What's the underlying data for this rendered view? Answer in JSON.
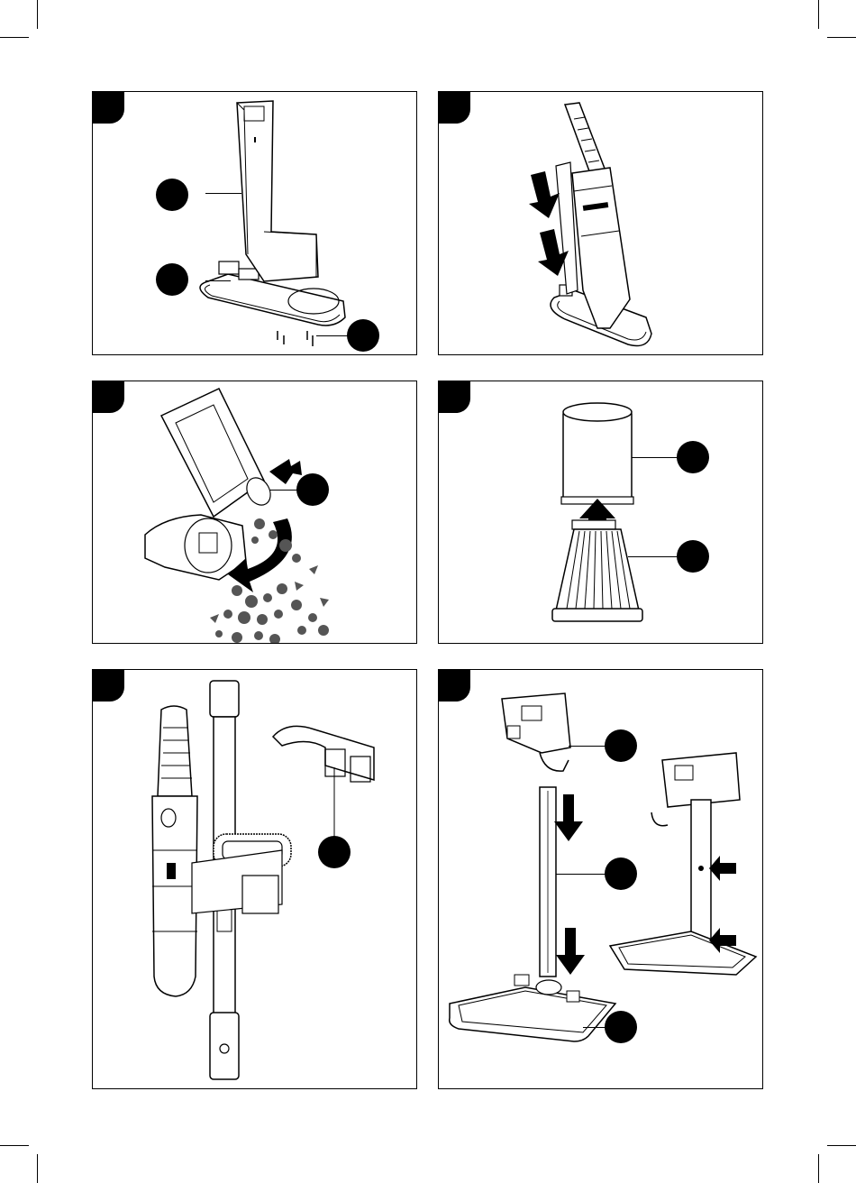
{
  "page": {
    "panels": [
      {
        "id": "step-1",
        "number": "",
        "callouts": [
          "",
          "",
          ""
        ]
      },
      {
        "id": "step-2",
        "number": "",
        "callouts": []
      },
      {
        "id": "step-3",
        "number": "",
        "callouts": [
          ""
        ]
      },
      {
        "id": "step-4",
        "number": "",
        "callouts": [
          "",
          ""
        ]
      },
      {
        "id": "step-5",
        "number": "",
        "callouts": [
          ""
        ]
      },
      {
        "id": "step-6",
        "number": "",
        "callouts": [
          "",
          "",
          ""
        ]
      }
    ],
    "colors": {
      "ink": "#000000",
      "paper": "#ffffff",
      "grey": "#555555"
    }
  }
}
